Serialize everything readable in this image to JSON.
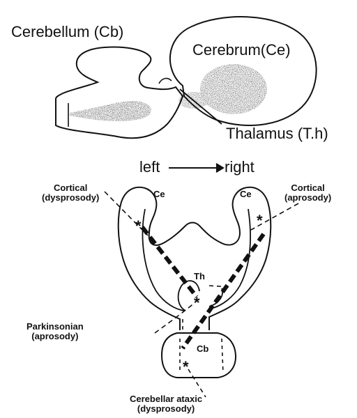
{
  "top": {
    "cerebellum": "Cerebellum (Cb)",
    "cerebrum": "Cerebrum(Ce)",
    "thalamus": "Thalamus (T.h)"
  },
  "bottom": {
    "left": "left",
    "right": "right",
    "ce_left": "Ce",
    "ce_right": "Ce",
    "th": "Th",
    "cb": "Cb",
    "cortical_left": [
      "Cortical",
      "(dysprosody)"
    ],
    "cortical_right": [
      "Cortical",
      "(aprosody)"
    ],
    "parkinsonian": [
      "Parkinsonian",
      "(aprosody)"
    ],
    "cerebellar": [
      "Cerebellar ataxic",
      "(dysprosody)"
    ],
    "lesion_marker": "*"
  }
}
